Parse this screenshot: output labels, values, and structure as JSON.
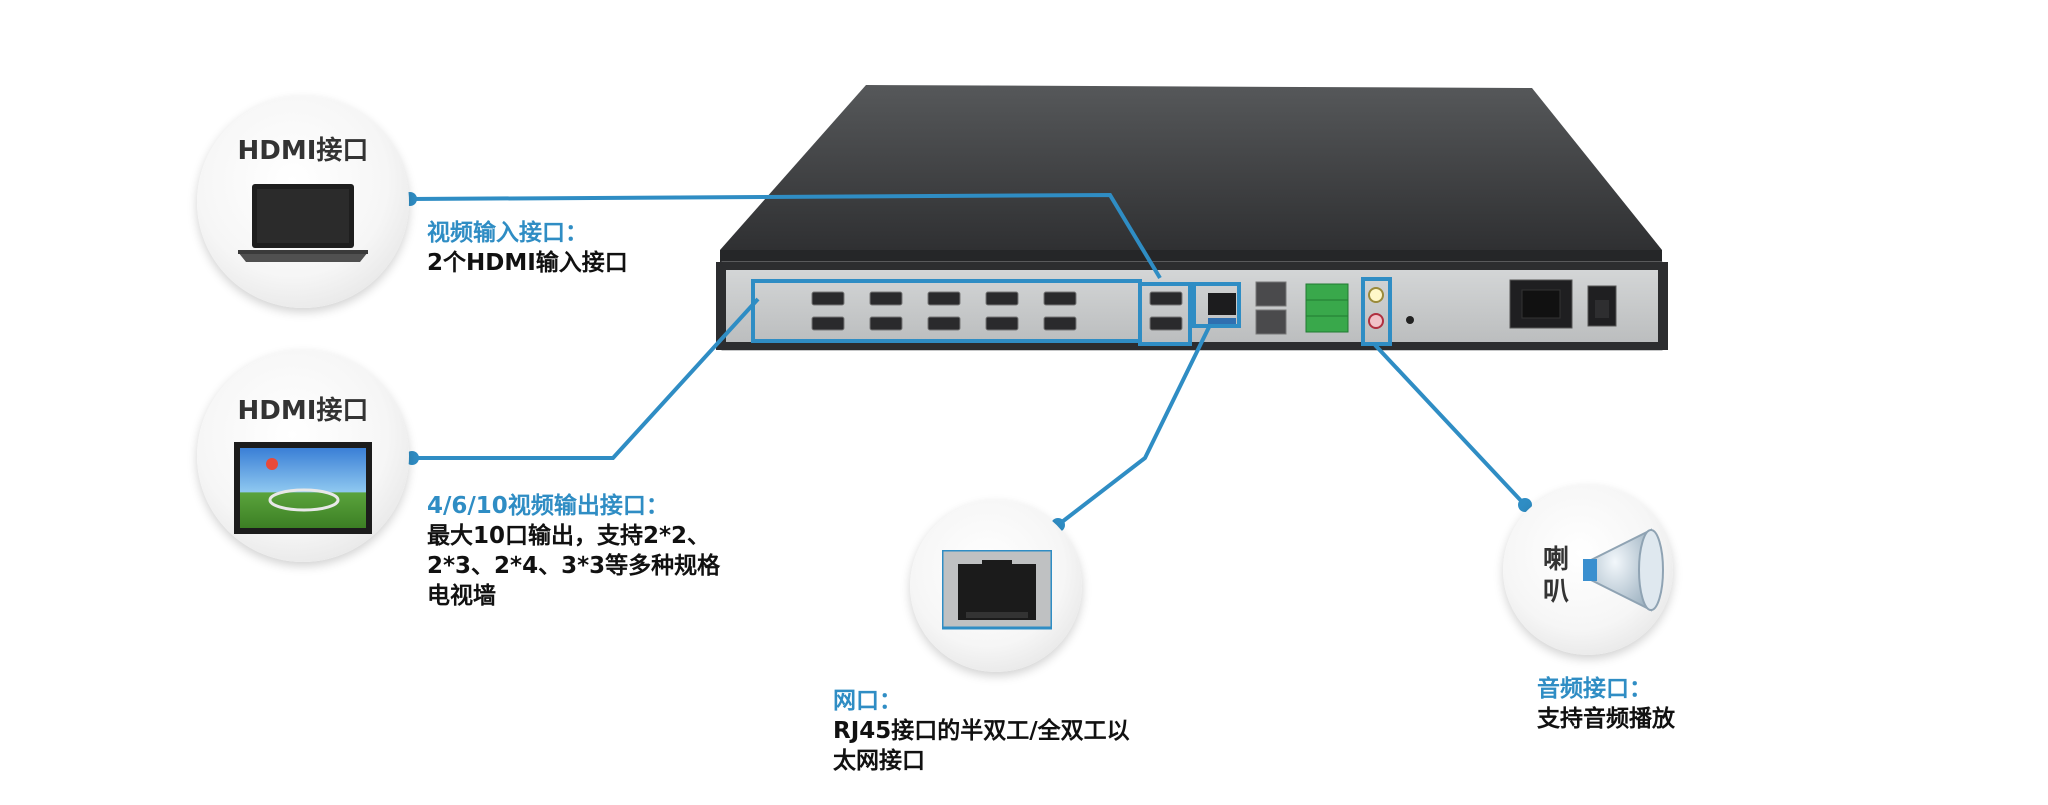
{
  "bubbles": {
    "hdmi_input": {
      "label": "HDMI接口",
      "icon": "laptop-icon"
    },
    "hdmi_output": {
      "label": "HDMI接口",
      "icon": "monitor-icon"
    },
    "network": {
      "icon": "rj45-port-icon"
    },
    "speaker": {
      "label_line1": "喇",
      "label_line2": "叭",
      "icon": "speaker-icon"
    }
  },
  "captions": {
    "video_input": {
      "title": "视频输入接口：",
      "lines": [
        "2个HDMI输入接口"
      ]
    },
    "video_output": {
      "title": "4/6/10视频输出接口：",
      "lines": [
        "最大10口输出，支持2*2、",
        "2*3、2*4、3*3等多种规格",
        "电视墙"
      ]
    },
    "network": {
      "title": "网口：",
      "lines": [
        "RJ45接口的半双工/全双工以",
        "太网接口"
      ]
    },
    "audio": {
      "title": "音频接口：",
      "lines": [
        "支持音频播放"
      ]
    }
  },
  "colors": {
    "accent": "#2f8dc4",
    "device_body": "#3d3d3f",
    "device_panel": "#c9cbcc",
    "text_dark": "#111111"
  }
}
